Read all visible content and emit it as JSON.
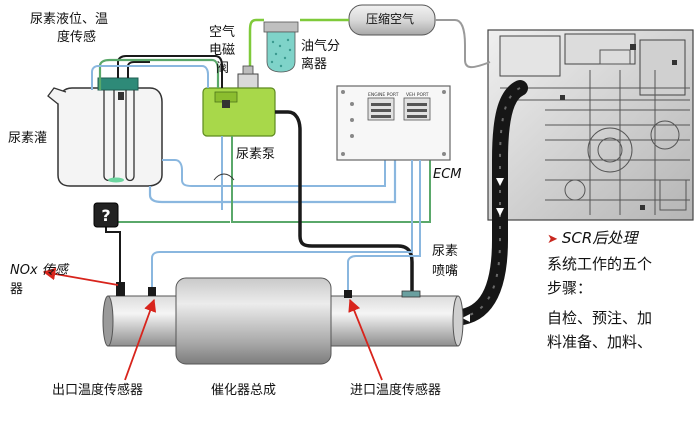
{
  "labels": {
    "level_temp_sensor_line1": "尿素液位、温",
    "level_temp_sensor_line2": "度传感",
    "tank": "尿素灌",
    "solenoid_line1": "空气",
    "solenoid_line2": "电磁",
    "solenoid_line3": "阀",
    "oil_separator_line1": "油气分",
    "oil_separator_line2": "离器",
    "compressed_air": "压缩空气",
    "pump": "尿素泵",
    "ecm": "ECM",
    "nozzle_line1": "尿素",
    "nozzle_line2": "喷嘴",
    "nox_sensor_line1": "NOx 传感",
    "nox_sensor_line2": "器",
    "outlet_temp_sensor": "出口温度传感器",
    "catalyst_assembly": "催化器总成",
    "inlet_temp_sensor": "进口温度传感器",
    "unknown_sensor": "?",
    "ecm_port_a": "ENGINE PORT",
    "ecm_port_b": "VEH PORT"
  },
  "steps": {
    "bullet": "➤",
    "title_line1": "SCR后处理",
    "title_line2": "系统工作的五个",
    "title_line3": "步骤：",
    "body_line1": "自检、预注、加",
    "body_line2": "料准备、加料、"
  },
  "colors": {
    "pump_green": "#a8d84a",
    "fluid_green": "#5aa86a",
    "line_blue": "#8ab7df",
    "hose_black": "#1a1a1a",
    "arrow_red": "#d8241c",
    "steel": "#bfbfbf"
  }
}
